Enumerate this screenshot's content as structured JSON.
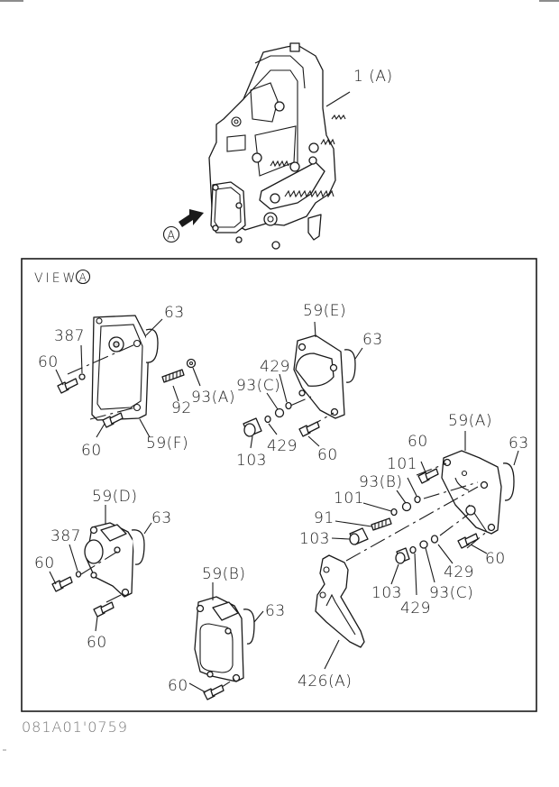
{
  "diagram": {
    "type": "exploded parts diagram",
    "drawing_code": "081A01'0759",
    "colors": {
      "line": "#1a1a1a",
      "background": "#ffffff",
      "code_text": "#777777"
    },
    "overview": {
      "assembly_label": "1 (A)",
      "view_marker": "A",
      "arrow_icon": "arrow-right-icon"
    },
    "view_panel": {
      "title": "VIEW",
      "title_marker": "A"
    },
    "groups": [
      {
        "id": "cover-59F",
        "labels": {
          "cover": "59(F)",
          "oring": "63",
          "ring": "387",
          "bolt_top": "60",
          "bolt_bottom": "60",
          "stud": "92",
          "nut": "93(A)"
        }
      },
      {
        "id": "cover-59E",
        "labels": {
          "cover": "59(E)",
          "oring": "63",
          "washer_top": "429",
          "nut": "93(C)",
          "washer_bottom": "429",
          "cap": "103",
          "bolt": "60"
        }
      },
      {
        "id": "cover-59A",
        "labels": {
          "cover": "59(A)",
          "oring": "63",
          "bolt_top": "60",
          "washer_top": "101",
          "nut_b": "93(B)",
          "washer_mid": "101",
          "screw": "91",
          "cap_left": "103",
          "bolt_right": "60",
          "washer_right": "429",
          "nut_c": "93(C)",
          "washer_bottom": "429",
          "cap_bottom": "103"
        }
      },
      {
        "id": "cover-59D",
        "labels": {
          "cover": "59(D)",
          "oring": "63",
          "ring": "387",
          "bolt_left": "60",
          "bolt_bottom": "60"
        }
      },
      {
        "id": "cover-59B",
        "labels": {
          "cover": "59(B)",
          "oring": "63",
          "bolt": "60"
        }
      },
      {
        "id": "bracket-426A",
        "labels": {
          "bracket": "426(A)"
        }
      }
    ]
  }
}
